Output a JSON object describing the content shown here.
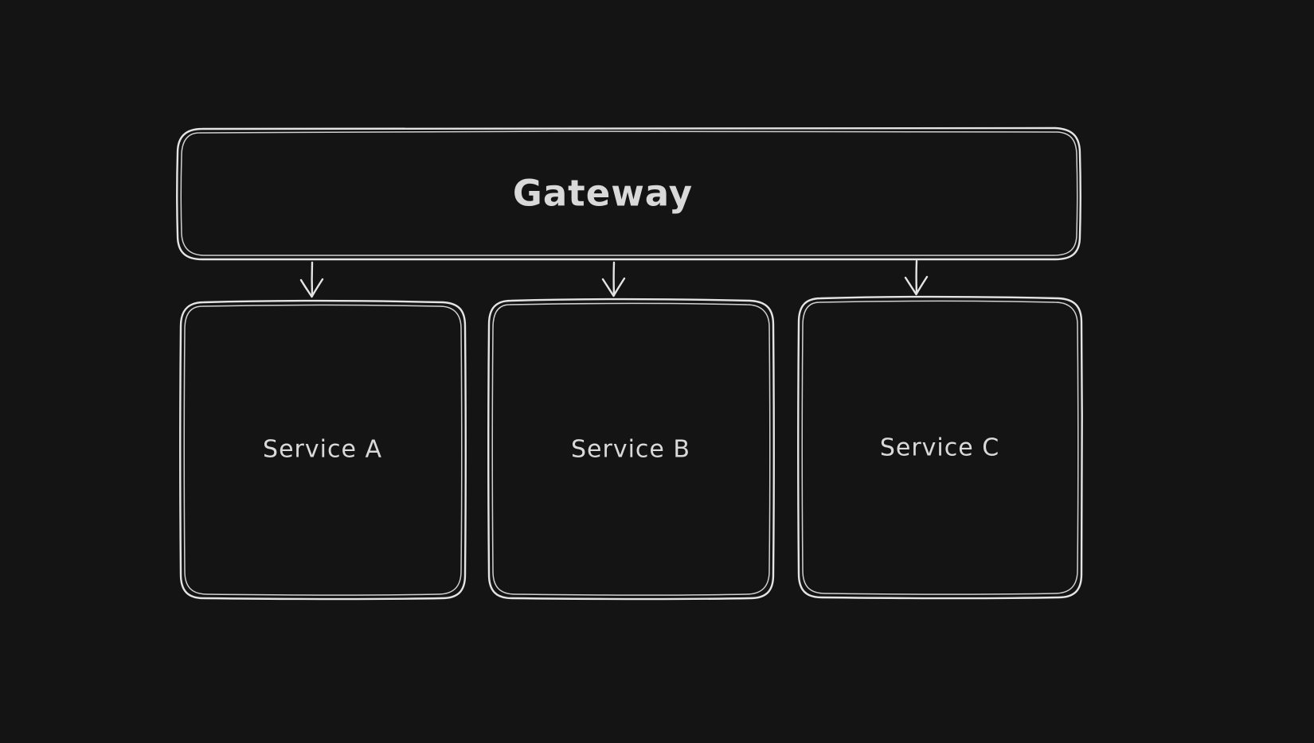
{
  "theme": {
    "canvas_background": "#141414",
    "stroke_color": "#e4e4e4",
    "text_color": "#d9d9d9"
  },
  "diagram": {
    "type": "architecture-flow",
    "nodes": [
      {
        "id": "gateway",
        "label": "Gateway",
        "shape": "rounded-rectangle"
      },
      {
        "id": "service-a",
        "label": "Service A",
        "shape": "rounded-rectangle"
      },
      {
        "id": "service-b",
        "label": "Service B",
        "shape": "rounded-rectangle"
      },
      {
        "id": "service-c",
        "label": "Service C",
        "shape": "rounded-rectangle"
      }
    ],
    "edges": [
      {
        "from": "Gateway",
        "to": "Service A",
        "style": "arrow-down"
      },
      {
        "from": "Gateway",
        "to": "Service B",
        "style": "arrow-down"
      },
      {
        "from": "Gateway",
        "to": "Service C",
        "style": "arrow-down"
      }
    ]
  }
}
